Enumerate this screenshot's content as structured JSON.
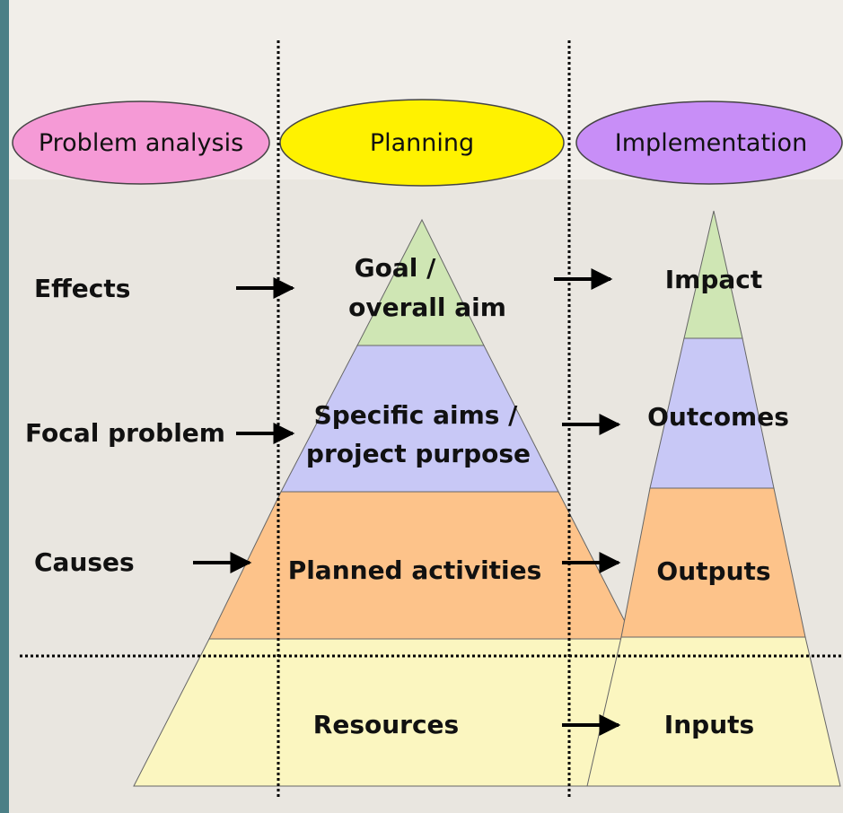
{
  "headers": {
    "problem_analysis": "Problem analysis",
    "planning": "Planning",
    "implementation": "Implementation"
  },
  "problem_analysis": {
    "effects": "Effects",
    "focal_problem": "Focal problem",
    "causes": "Causes"
  },
  "planning": {
    "goal_line1": "Goal /",
    "goal_line2": "overall aim",
    "specific_line1": "Specific aims /",
    "specific_line2": "project purpose",
    "activities": "Planned activities",
    "resources": "Resources"
  },
  "implementation": {
    "impact": "Impact",
    "outcomes": "Outcomes",
    "outputs": "Outputs",
    "inputs": "Inputs"
  },
  "colors": {
    "pink": "#f59ad6",
    "yellow": "#fff200",
    "purple": "#c88ef7",
    "green_tier": "#cfe6b4",
    "blue_tier": "#c8c8f6",
    "orange_tier": "#fdc38a",
    "cream_tier": "#fbf6c0",
    "background": "#e9e6e0",
    "band": "#f1eee9"
  }
}
